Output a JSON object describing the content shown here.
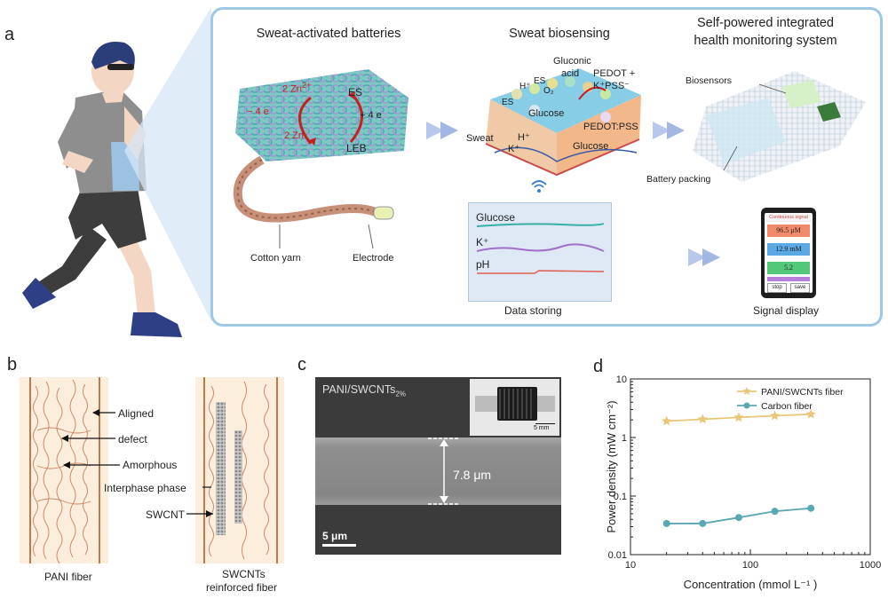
{
  "panel_a": {
    "letter": "a",
    "batteries": {
      "title": "Sweat-activated batteries",
      "zn_top": "2 Zn",
      "zn_top_sup": "2+",
      "minus4e": "− 4 e",
      "plus4e": "+ 4 e",
      "zn_bottom": "2 Zn",
      "es": "ES",
      "leb": "LEB",
      "cotton_yarn": "Cotton yarn",
      "electrode": "Electrode"
    },
    "biosensing": {
      "title": "Sweat biosensing",
      "gluconic_acid_1": "Gluconic",
      "gluconic_acid_2": "acid",
      "pedot_plus": "PEDOT +",
      "kpss": "K⁺PSS⁻",
      "glucose_top": "Glucose",
      "pedot_pss": "PEDOT:PSS",
      "sweat": "Sweat",
      "h_plus": "H⁺",
      "k_plus": "K⁺",
      "glucose_bottom": "Glucose",
      "es_left": "ES",
      "h_left": "H⁺",
      "es_mid": "ES",
      "o2": "O₂"
    },
    "data_storing": {
      "label": "Data storing",
      "glucose": "Glucose",
      "k": "K⁺",
      "ph": "pH"
    },
    "system": {
      "title_1": "Self-powered integrated",
      "title_2": "health monitoring system",
      "biosensors": "Biosensors",
      "battery_packing": "Battery packing"
    },
    "signal": {
      "label": "Signal display",
      "header": "Continuous signal",
      "v1": "96.5 μM",
      "v2": "12.9 mM",
      "v3": "5.2",
      "stop": "stop",
      "save": "save"
    }
  },
  "panel_b": {
    "letter": "b",
    "aligned": "Aligned",
    "defect": "defect",
    "amorphous": "Amorphous",
    "interphase": "Interphase phase",
    "swcnt": "SWCNT",
    "pani_fiber": "PANI fiber",
    "reinforced_1": "SWCNTs",
    "reinforced_2": "reinforced fiber"
  },
  "panel_c": {
    "letter": "c",
    "sample": "PANI/SWCNTs",
    "sample_sub": "2%",
    "width": "7.8 μm",
    "scale": "5 μm",
    "inset_scale": "5 mm"
  },
  "panel_d": {
    "letter": "d"
  },
  "colors": {
    "frame": "#9fc7e6",
    "pani": "#e8c878",
    "carbon": "#5aa8b4",
    "arrow": "#b8c8ec"
  },
  "chart_data": {
    "type": "line",
    "xlabel": "Concentration (mmol L⁻¹ )",
    "ylabel": "Power density (mW cm⁻²)",
    "xscale": "log",
    "yscale": "log",
    "xlim": [
      10,
      1000
    ],
    "ylim": [
      0.01,
      10
    ],
    "xticks": [
      "10",
      "100",
      "1000"
    ],
    "yticks": [
      "0.01",
      "0.1",
      "1",
      "10"
    ],
    "legend": "top-right",
    "series": [
      {
        "name": "PANI/SWCNTs fiber",
        "marker": "star",
        "color": "#e8c878",
        "x": [
          20,
          40,
          80,
          160,
          320
        ],
        "y": [
          1.9,
          2.05,
          2.2,
          2.35,
          2.5
        ]
      },
      {
        "name": "Carbon fiber",
        "marker": "circle",
        "color": "#5aa8b4",
        "x": [
          20,
          40,
          80,
          160,
          320
        ],
        "y": [
          0.034,
          0.034,
          0.043,
          0.055,
          0.062
        ]
      }
    ]
  }
}
